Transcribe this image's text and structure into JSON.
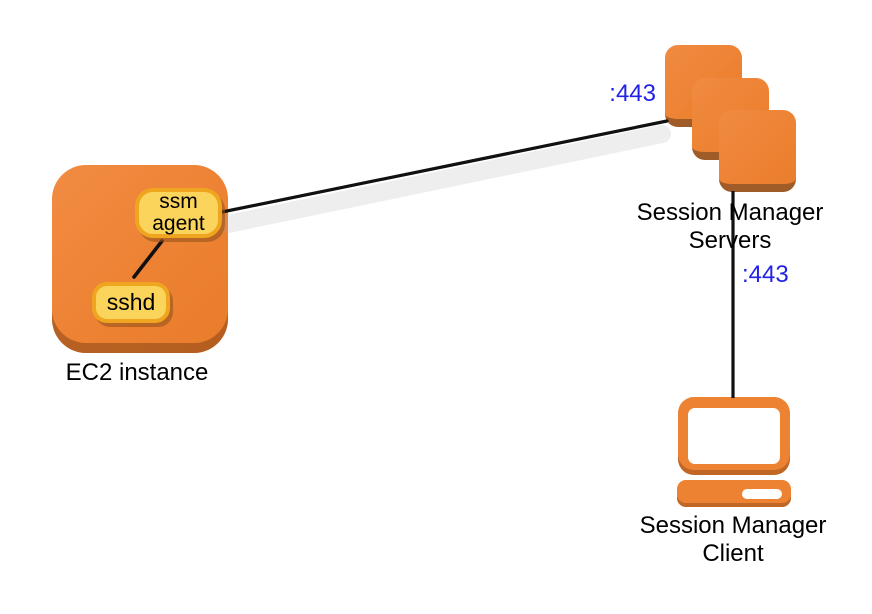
{
  "diagram": {
    "ec2": {
      "title": "EC2 instance",
      "ssm_agent": "ssm\nagent",
      "sshd": "sshd"
    },
    "servers": {
      "title": "Session Manager\nServers",
      "port": ":443"
    },
    "client": {
      "title": "Session Manager\nClient",
      "port": ":443"
    }
  },
  "colors": {
    "aws_orange": "#ED8233",
    "bevel_brown": "#A05C28",
    "chip_yellow": "#FBD45C",
    "chip_border_gold": "#EFA520",
    "port_blue": "#2121E8",
    "connector_black": "#111111",
    "background": "#FFFFFF"
  }
}
